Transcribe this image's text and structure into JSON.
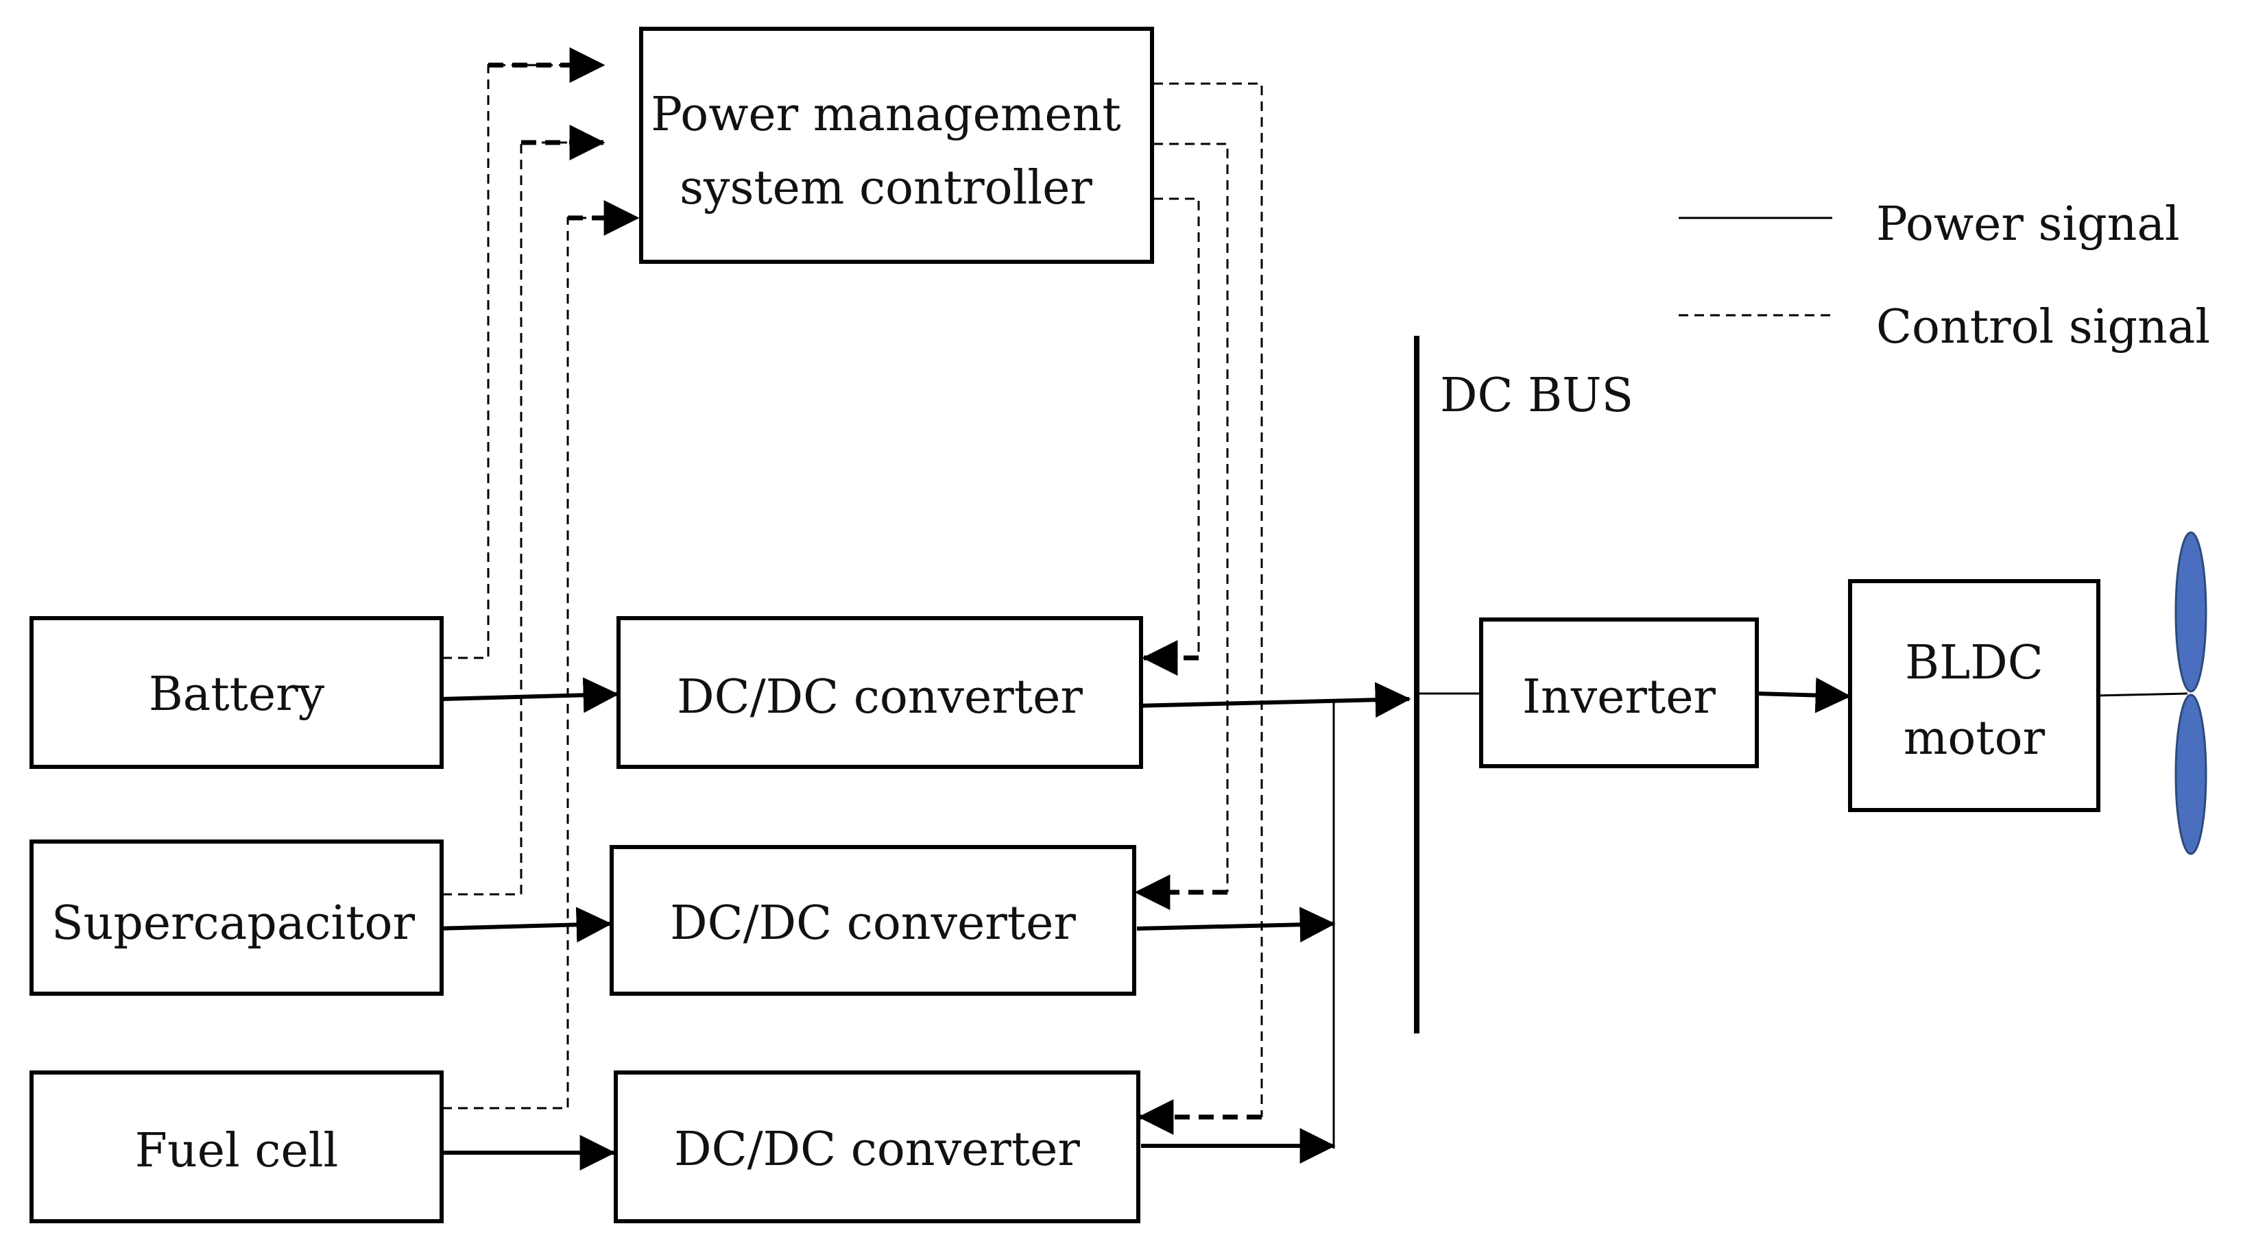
{
  "blocks": {
    "pms": {
      "line1": "Power management",
      "line2": "system controller"
    },
    "battery": "Battery",
    "supercapacitor": "Supercapacitor",
    "fuel_cell": "Fuel cell",
    "converter_1": "DC/DC converter",
    "converter_2": "DC/DC converter",
    "converter_3": "DC/DC converter",
    "inverter": "Inverter",
    "motor": {
      "line1": "BLDC",
      "line2": "motor"
    }
  },
  "bus_label": "DC BUS",
  "legend": {
    "power": "Power signal",
    "control": "Control signal"
  },
  "colors": {
    "propeller": "#4a6fbf",
    "line": "#000000"
  }
}
